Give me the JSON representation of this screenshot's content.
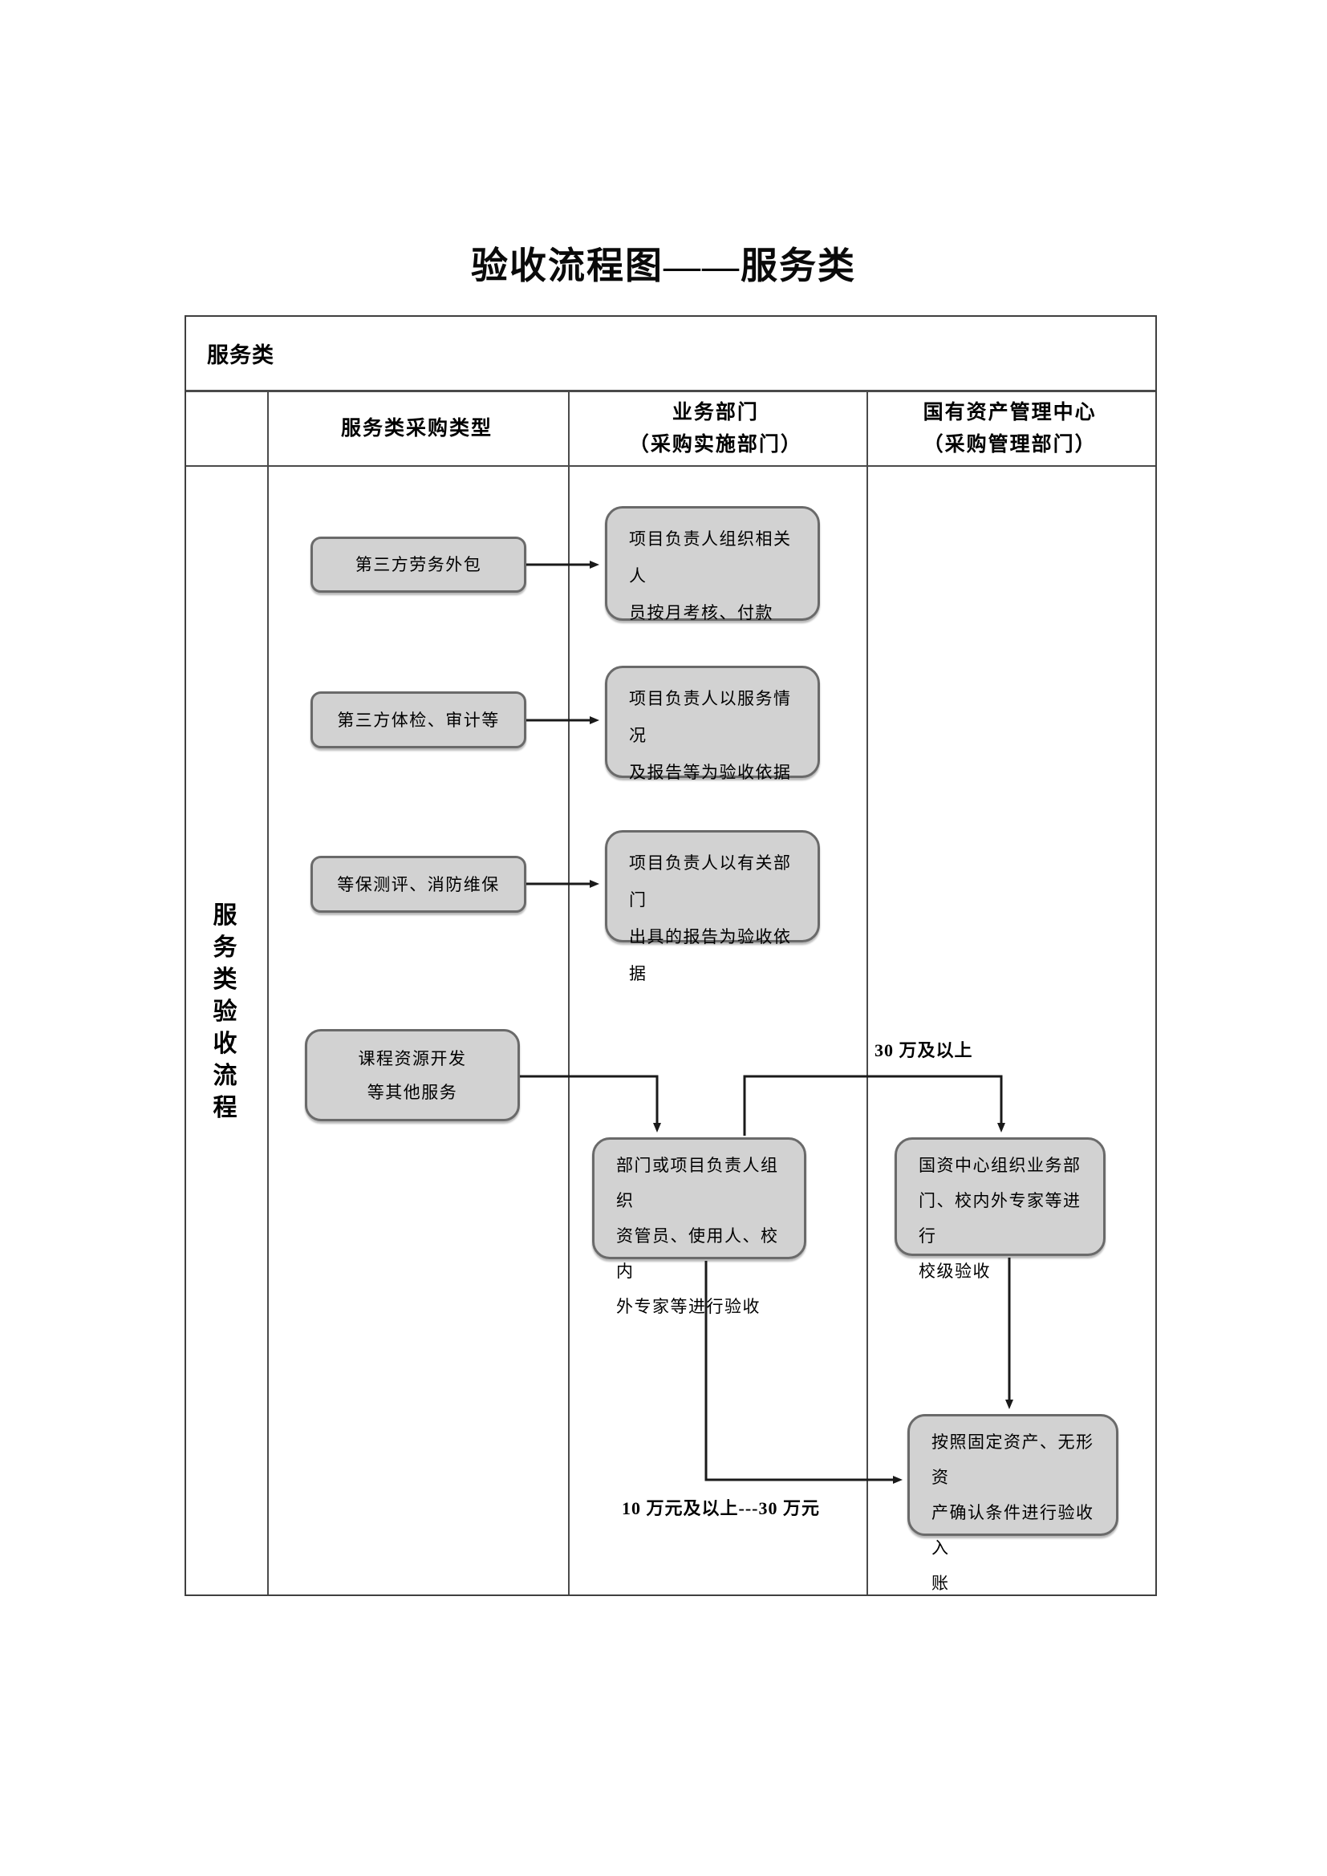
{
  "title": "验收流程图——服务类",
  "table": {
    "group_label": "服务类",
    "row_label": "服\n务\n类\n验\n收\n流\n程",
    "column_headers": {
      "procurement_type": "服务类采购类型",
      "business_dept": "业务部门\n（采购实施部门）",
      "asset_center": "国有资产管理中心\n（采购管理部门）"
    }
  },
  "nodes": {
    "labor_outsourcing": "第三方劳务外包",
    "labor_acceptance": "项目负责人组织相关人\n员按月考核、付款",
    "third_party_audit": "第三方体检、审计等",
    "audit_acceptance": "项目负责人以服务情况\n及报告等为验收依据",
    "security_maintenance": "等保测评、消防维保",
    "security_acceptance": "项目负责人以有关部门\n出具的报告为验收依据",
    "course_development": "课程资源开发\n等其他服务",
    "dept_acceptance": "部门或项目负责人组织\n资管员、使用人、校内\n外专家等进行验收",
    "center_acceptance": "国资中心组织业务部\n门、校内外专家等进行\n校级验收",
    "asset_booking": "按照固定资产、无形资\n产确认条件进行验收入\n账"
  },
  "edge_labels": {
    "over_30w": "30 万及以上",
    "from_10w_to_30w": "10 万元及以上---30 万元"
  }
}
